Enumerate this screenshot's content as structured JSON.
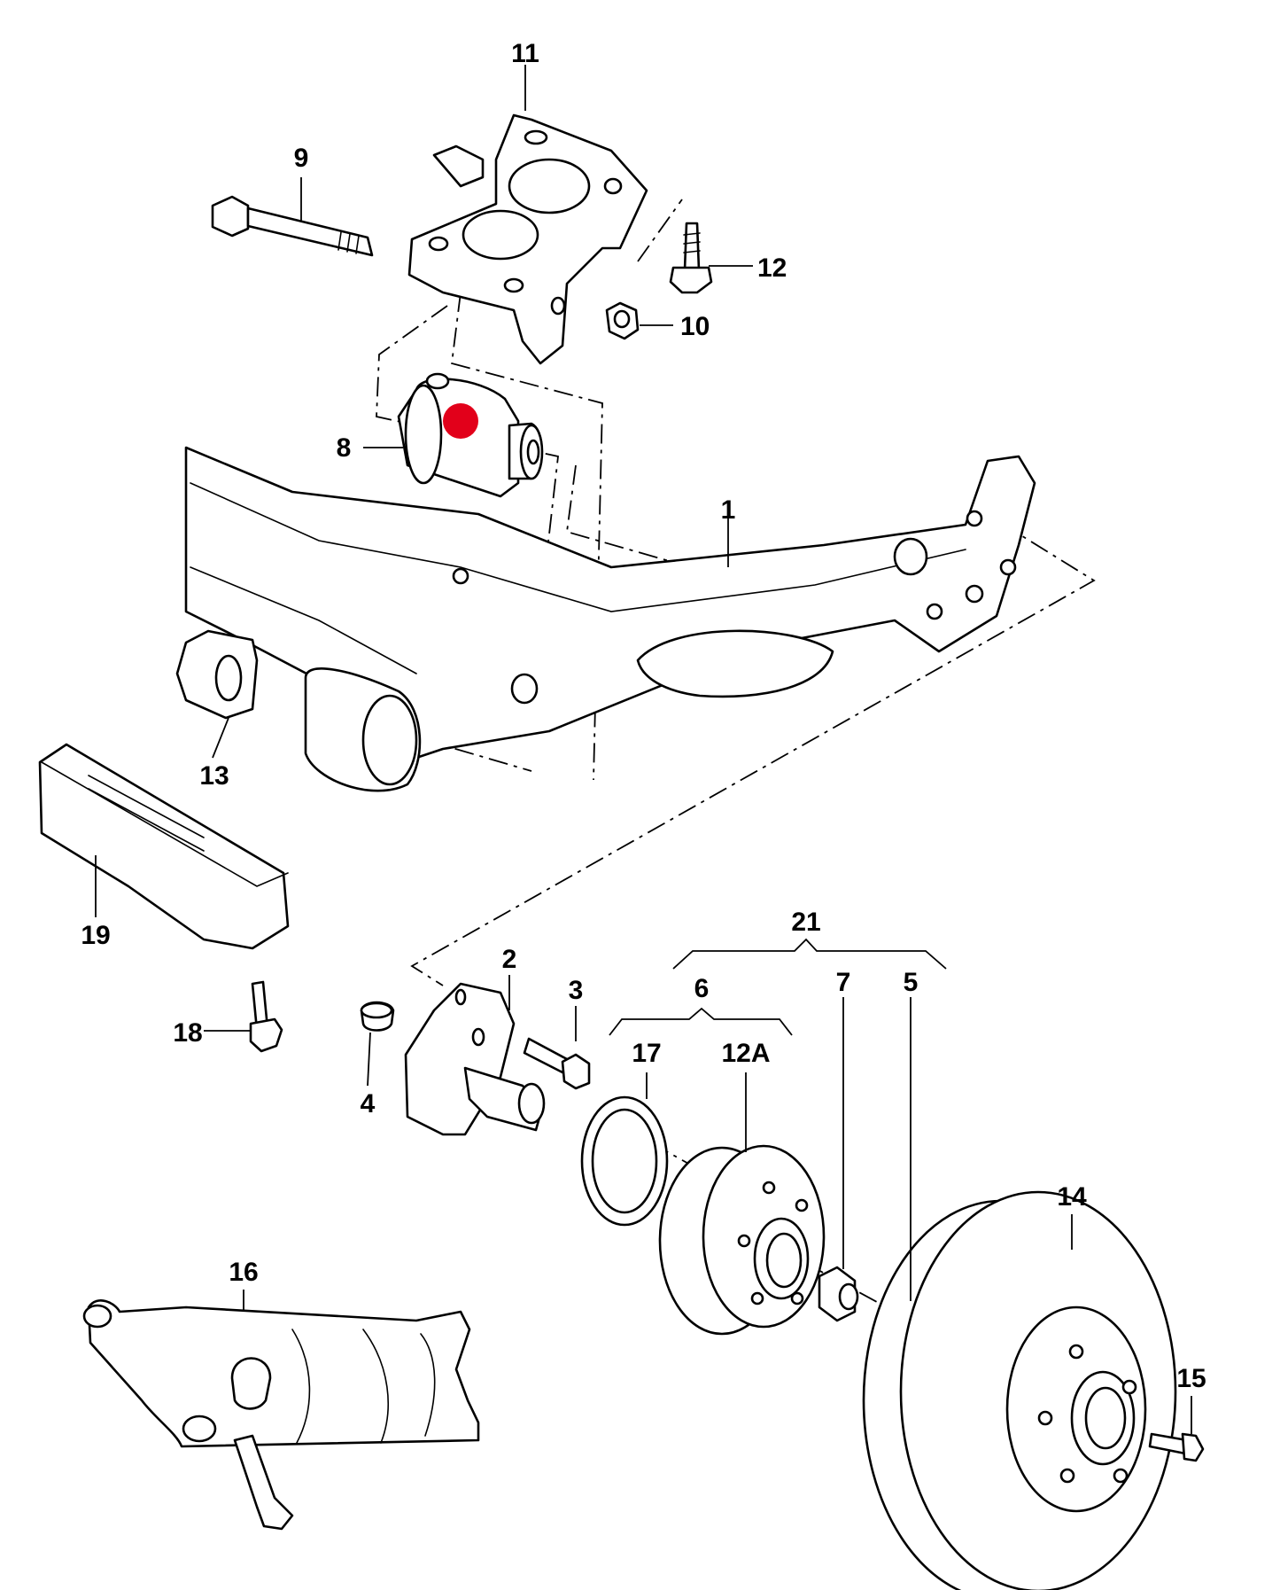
{
  "diagram": {
    "highlight_color": "#e2001a",
    "callouts": [
      {
        "id": "1",
        "label": "1"
      },
      {
        "id": "2",
        "label": "2"
      },
      {
        "id": "3",
        "label": "3"
      },
      {
        "id": "4",
        "label": "4"
      },
      {
        "id": "5",
        "label": "5"
      },
      {
        "id": "6",
        "label": "6"
      },
      {
        "id": "7",
        "label": "7"
      },
      {
        "id": "8",
        "label": "8"
      },
      {
        "id": "9",
        "label": "9"
      },
      {
        "id": "10",
        "label": "10"
      },
      {
        "id": "11",
        "label": "11"
      },
      {
        "id": "12",
        "label": "12"
      },
      {
        "id": "12A",
        "label": "12A"
      },
      {
        "id": "13",
        "label": "13"
      },
      {
        "id": "14",
        "label": "14"
      },
      {
        "id": "15",
        "label": "15"
      },
      {
        "id": "16",
        "label": "16"
      },
      {
        "id": "17",
        "label": "17"
      },
      {
        "id": "18",
        "label": "18"
      },
      {
        "id": "19",
        "label": "19"
      },
      {
        "id": "21",
        "label": "21"
      }
    ]
  }
}
